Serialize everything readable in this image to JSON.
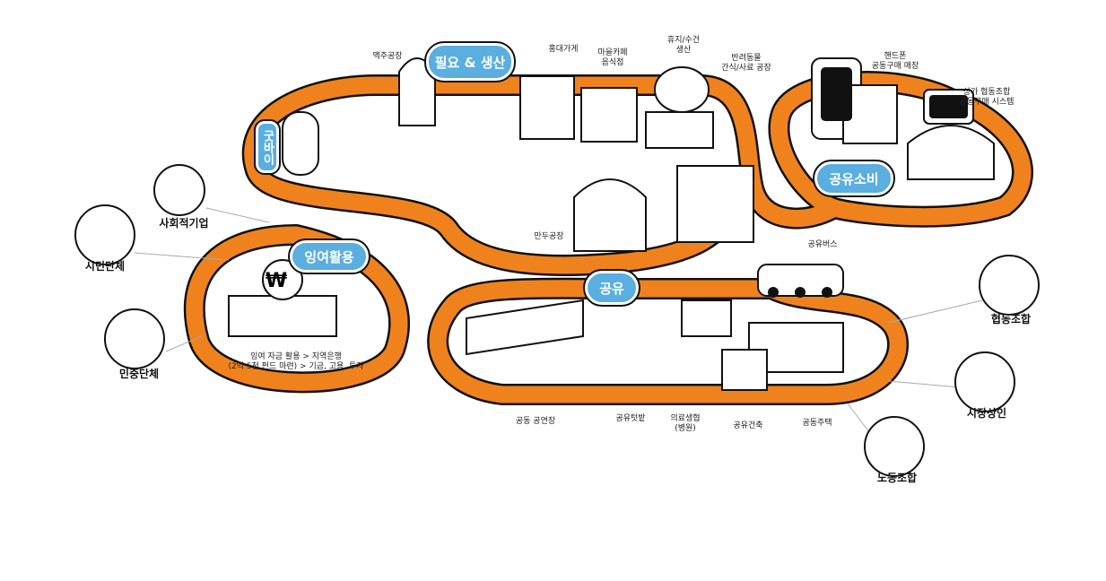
{
  "colors": {
    "road": "#f0821e",
    "sign": "#5aaee0",
    "outline": "#111111"
  },
  "signs": {
    "need_production": "필요 & 생산",
    "goodbye": "굿바이",
    "shared_consumption": "공유소비",
    "surplus_use": "잉여활용",
    "sharing": "공유"
  },
  "labels": {
    "brewery": "맥주공장",
    "hongdae_store": "홍대가게",
    "village_cafe": [
      "마을카페",
      "음식점"
    ],
    "tissue_towel": [
      "휴지/수건",
      "생산"
    ],
    "pet_food": [
      "반려동물",
      "간식/사료 공장"
    ],
    "phone_store": [
      "핸드폰",
      "공동구매 매장"
    ],
    "merchant_coop": [
      "상가 협동조합",
      "공동구매 시스템"
    ],
    "dumpling_factory": "만두공장",
    "shared_bus": "공유버스",
    "surplus_note": [
      "잉여 자금 활용 > 지역은행",
      "(2억 5천 펀드 마련) > 기금, 고용, 투자"
    ],
    "public_stage": "공동 공연장",
    "shared_garden": "공유텃밭",
    "medical_coop": [
      "의료생협",
      "(병원)"
    ],
    "shared_building": "공유건축",
    "shared_housing": "공동주택"
  },
  "actors": [
    "사회적기업",
    "시민단체",
    "민중단체",
    "협동조합",
    "시장상인",
    "노동조합"
  ]
}
